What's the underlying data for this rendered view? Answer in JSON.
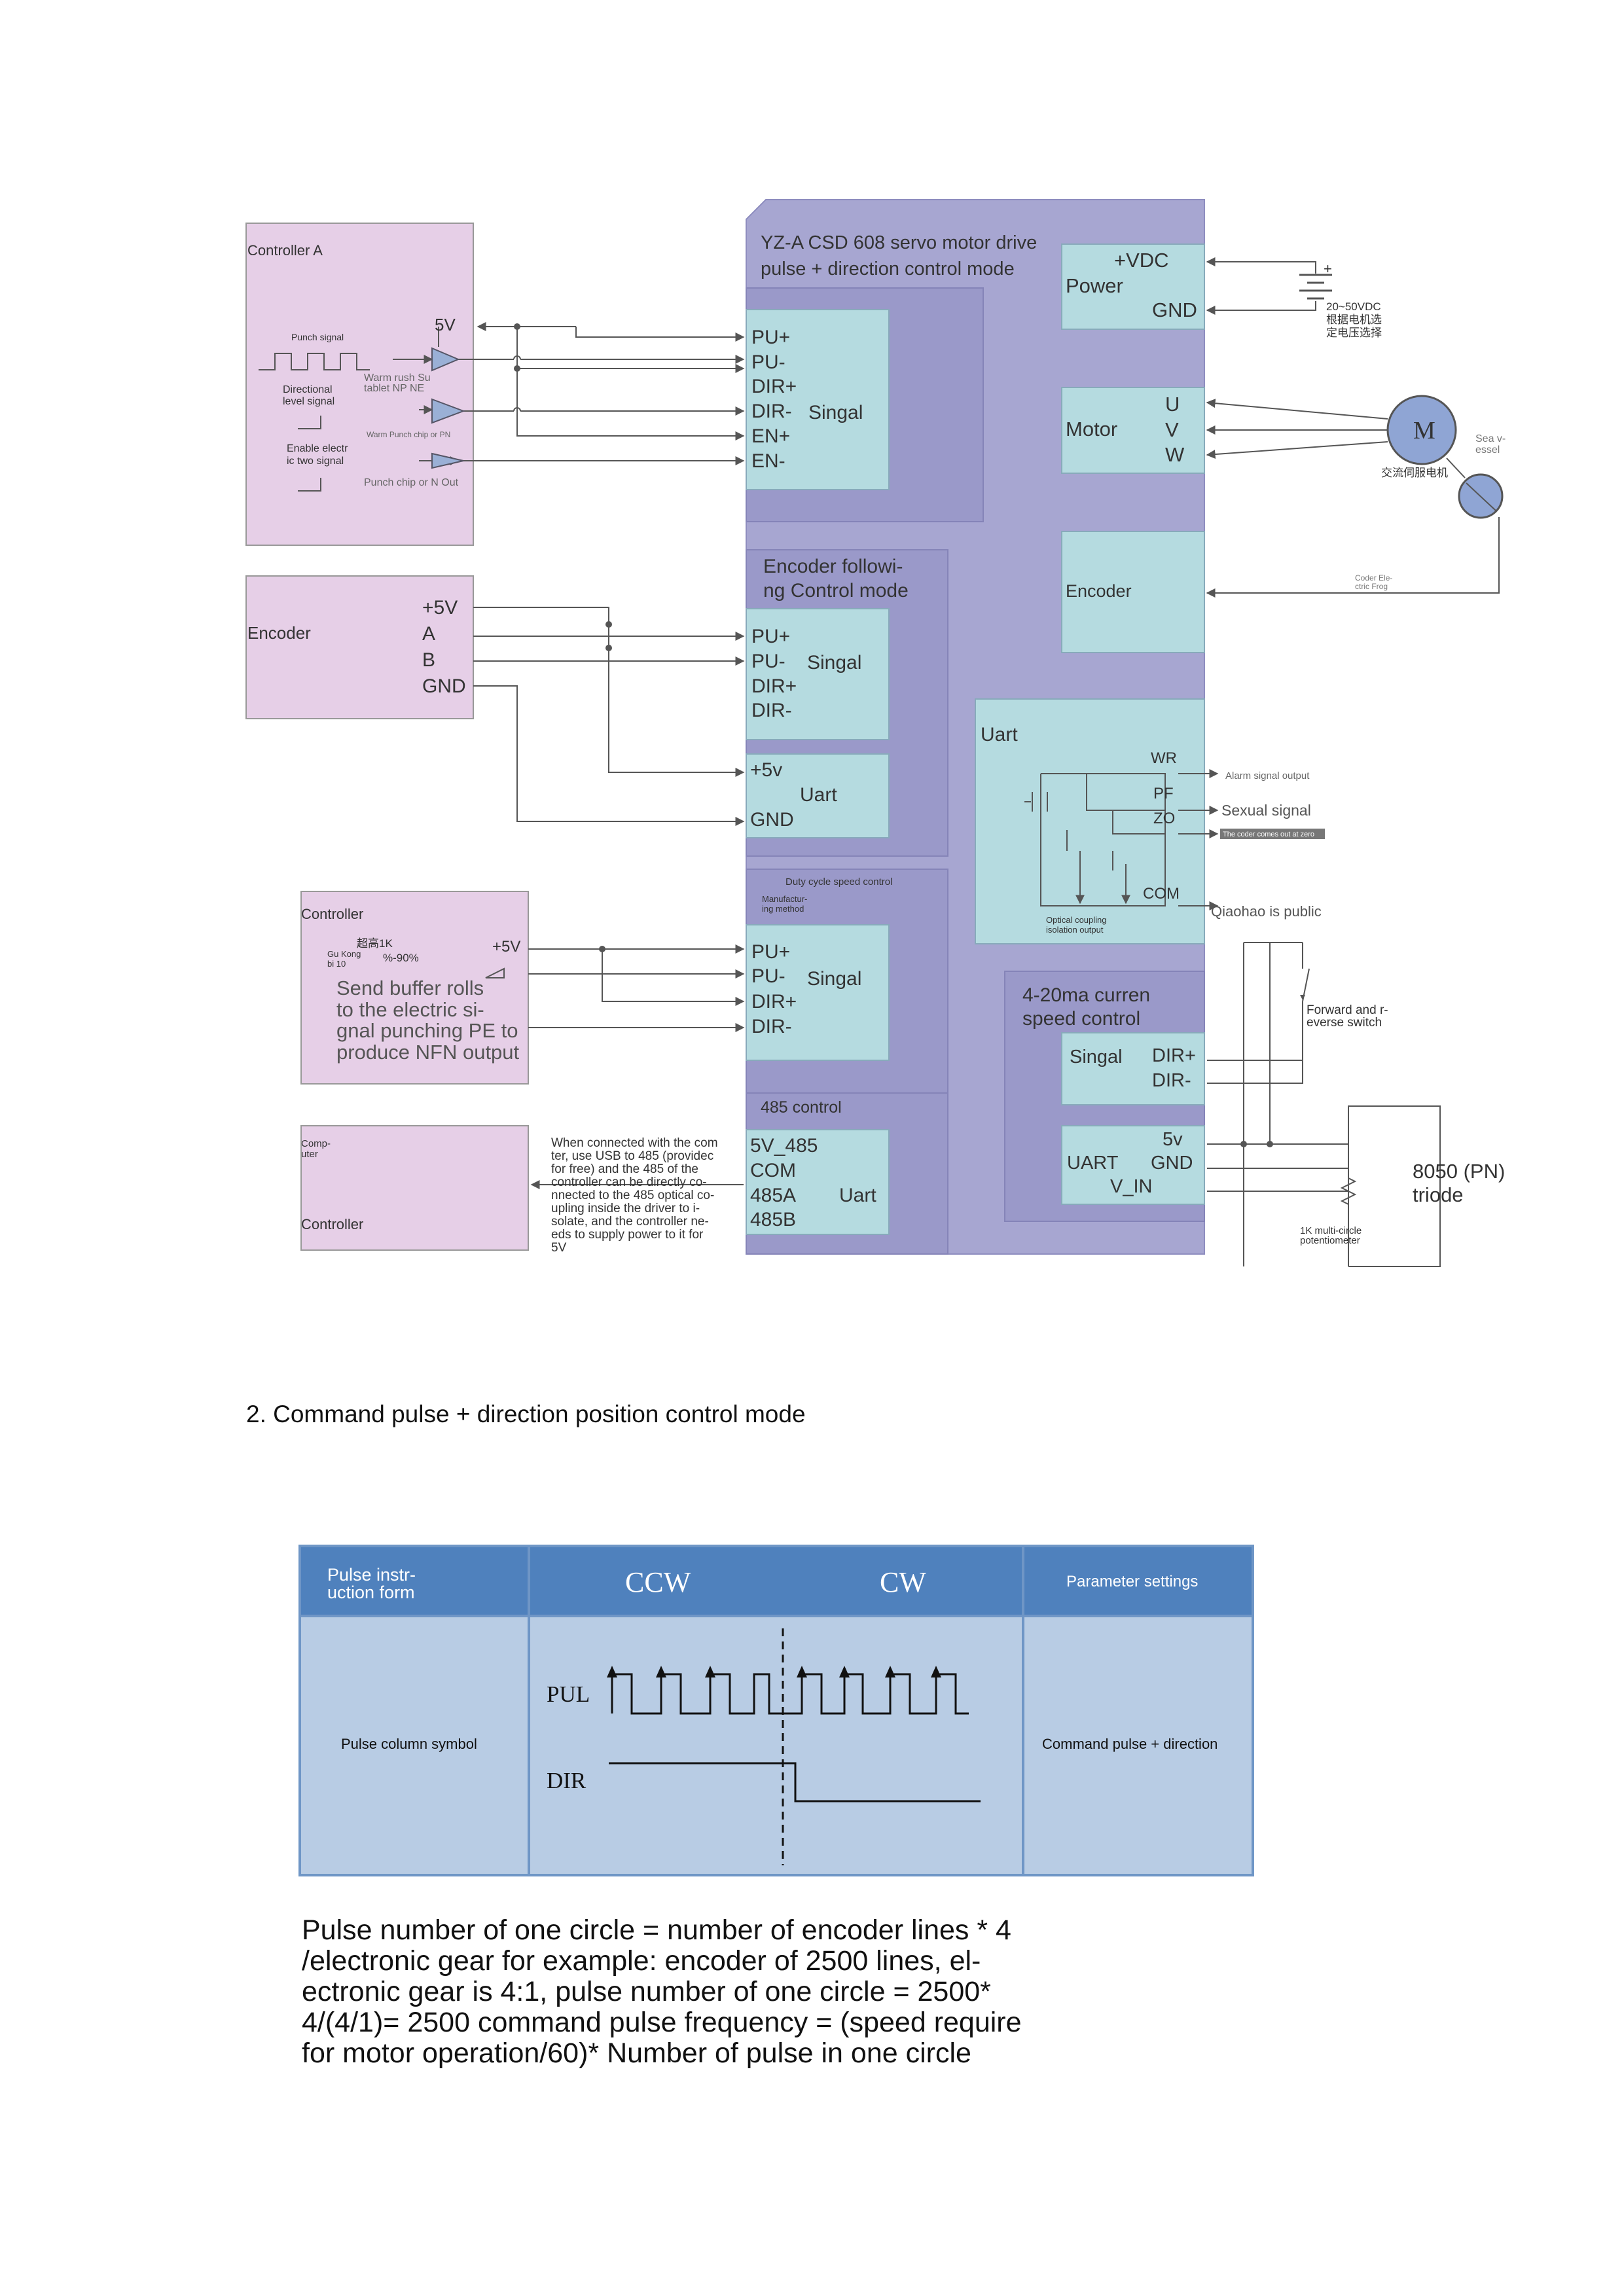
{
  "wiring_diagram": {
    "driver": {
      "title": [
        "YZ-A CSD 608 servo motor drive",
        "pulse + direction control mode"
      ],
      "power_block": {
        "vdc": "+VDC",
        "power": "Power",
        "gnd": "GND"
      },
      "motor_block": {
        "label": "Motor",
        "pins": [
          "U",
          "V",
          "W"
        ]
      },
      "encoder_block": {
        "label": "Encoder"
      },
      "pulse_signal_block": {
        "pins": [
          "PU+",
          "PU-",
          "DIR+",
          "DIR-",
          "EN+",
          "EN-"
        ],
        "label": "Singal"
      },
      "encoder_follow": {
        "title": [
          "Encoder followi-",
          "ng Control mode"
        ],
        "pins": [
          "PU+",
          "PU-",
          "DIR+",
          "DIR-"
        ],
        "label": "Singal"
      },
      "uart_small": {
        "pins": [
          "+5v",
          "GND"
        ],
        "label": "Uart"
      },
      "duty_cycle": {
        "title": "Duty cycle speed control",
        "subtitle": [
          "Manufactur-",
          "ing method"
        ],
        "pins": [
          "PU+",
          "PU-",
          "DIR+",
          "DIR-"
        ],
        "label": "Singal"
      },
      "rs485": {
        "title": "485 control",
        "pins": [
          "5V_485",
          "COM",
          "485A",
          "485B"
        ],
        "label": "Uart"
      },
      "uart_output": {
        "title": "Uart",
        "pins": [
          "WR",
          "PF",
          "ZO",
          "COM"
        ],
        "note": [
          "Optical coupling",
          "isolation output"
        ]
      },
      "current_control": {
        "title": [
          "4-20ma curren",
          "speed control"
        ],
        "singal": "Singal",
        "dir_pins": [
          "DIR+",
          "DIR-"
        ],
        "uart": "UART",
        "pins": [
          "5v",
          "GND",
          "V_IN"
        ]
      }
    },
    "controller_a": {
      "title": "Controller A",
      "voltage": "5V",
      "punch_signal": "Punch signal",
      "directional": [
        "Directional",
        "level signal"
      ],
      "enable": [
        "Enable electr",
        "ic two signal"
      ],
      "warm_rush": [
        "Warm rush Su",
        "tablet NP NE"
      ],
      "warm_punch": "Warm Punch chip or PN",
      "punch_chip": "Punch chip or N Out"
    },
    "encoder_box": {
      "title": "Encoder",
      "pins": [
        "+5V",
        "A",
        "B",
        "GND"
      ]
    },
    "controller_b": {
      "title": "Controller",
      "pot_label": "超高1K",
      "percent": "%-90%",
      "gu_kong": [
        "Gu Kong",
        "bi 10"
      ],
      "voltage": "+5V",
      "description": [
        "Send buffer rolls",
        "to the electric si-",
        "gnal punching PE to",
        "produce NFN output"
      ]
    },
    "computer_box": {
      "top": [
        "Comp-",
        "uter"
      ],
      "bottom": "Controller"
    },
    "usb_note": [
      "When connected with the com",
      "ter, use USB to 485 (providec",
      "for free) and the 485 of the",
      "controller can be directly co-",
      "nnected to the 485 optical co-",
      "upling inside the driver to i-",
      "solate, and the controller ne-",
      "eds to supply power to it for",
      "5V"
    ],
    "right_side": {
      "battery_plus": "+",
      "voltage_note": [
        "20~50VDC",
        "根据电机选",
        "定电压选择"
      ],
      "motor_symbol": "M",
      "motor_caption": "交流伺服电机",
      "sea_vessel": [
        "Sea v-",
        "essel"
      ],
      "coder": [
        "Coder Ele-",
        "ctric Frog"
      ],
      "alarm": "Alarm signal output",
      "sexual": "Sexual signal",
      "coder_zero": "The coder comes out at zero",
      "qiaohao": "Qiaohao is public",
      "switch": [
        "Forward and r-",
        "everse switch"
      ],
      "triode": [
        "8050 (PN)",
        "triode"
      ],
      "potentiometer": [
        "1K multi-circle",
        "potentiometer"
      ]
    }
  },
  "section_heading": "2. Command pulse + direction position control mode",
  "pulse_table": {
    "headers": [
      "Pulse instr-\nuction form",
      "CCW",
      "CW",
      "Parameter settings"
    ],
    "row_label": "Pulse column symbol",
    "pul_label": "PUL",
    "dir_label": "DIR",
    "param": "Command pulse + direction",
    "colors": {
      "header": "#4f81bd",
      "body": "#b8cce4",
      "border": "#4f81bd"
    }
  },
  "formula_lines": [
    "Pulse number of one circle = number of encoder lines * 4",
    "/electronic gear for example: encoder of 2500 lines, el-",
    "ectronic gear is 4:1, pulse number of one circle = 2500*",
    "4/(4/1)= 2500 command pulse frequency = (speed require",
    "for motor operation/60)* Number of pulse in one circle"
  ],
  "colors": {
    "driver": "#a7a6d1",
    "driver_dark": "#9a99c9",
    "block": "#b5dbe0",
    "pink": "#e6cfe7",
    "line": "#555555"
  }
}
